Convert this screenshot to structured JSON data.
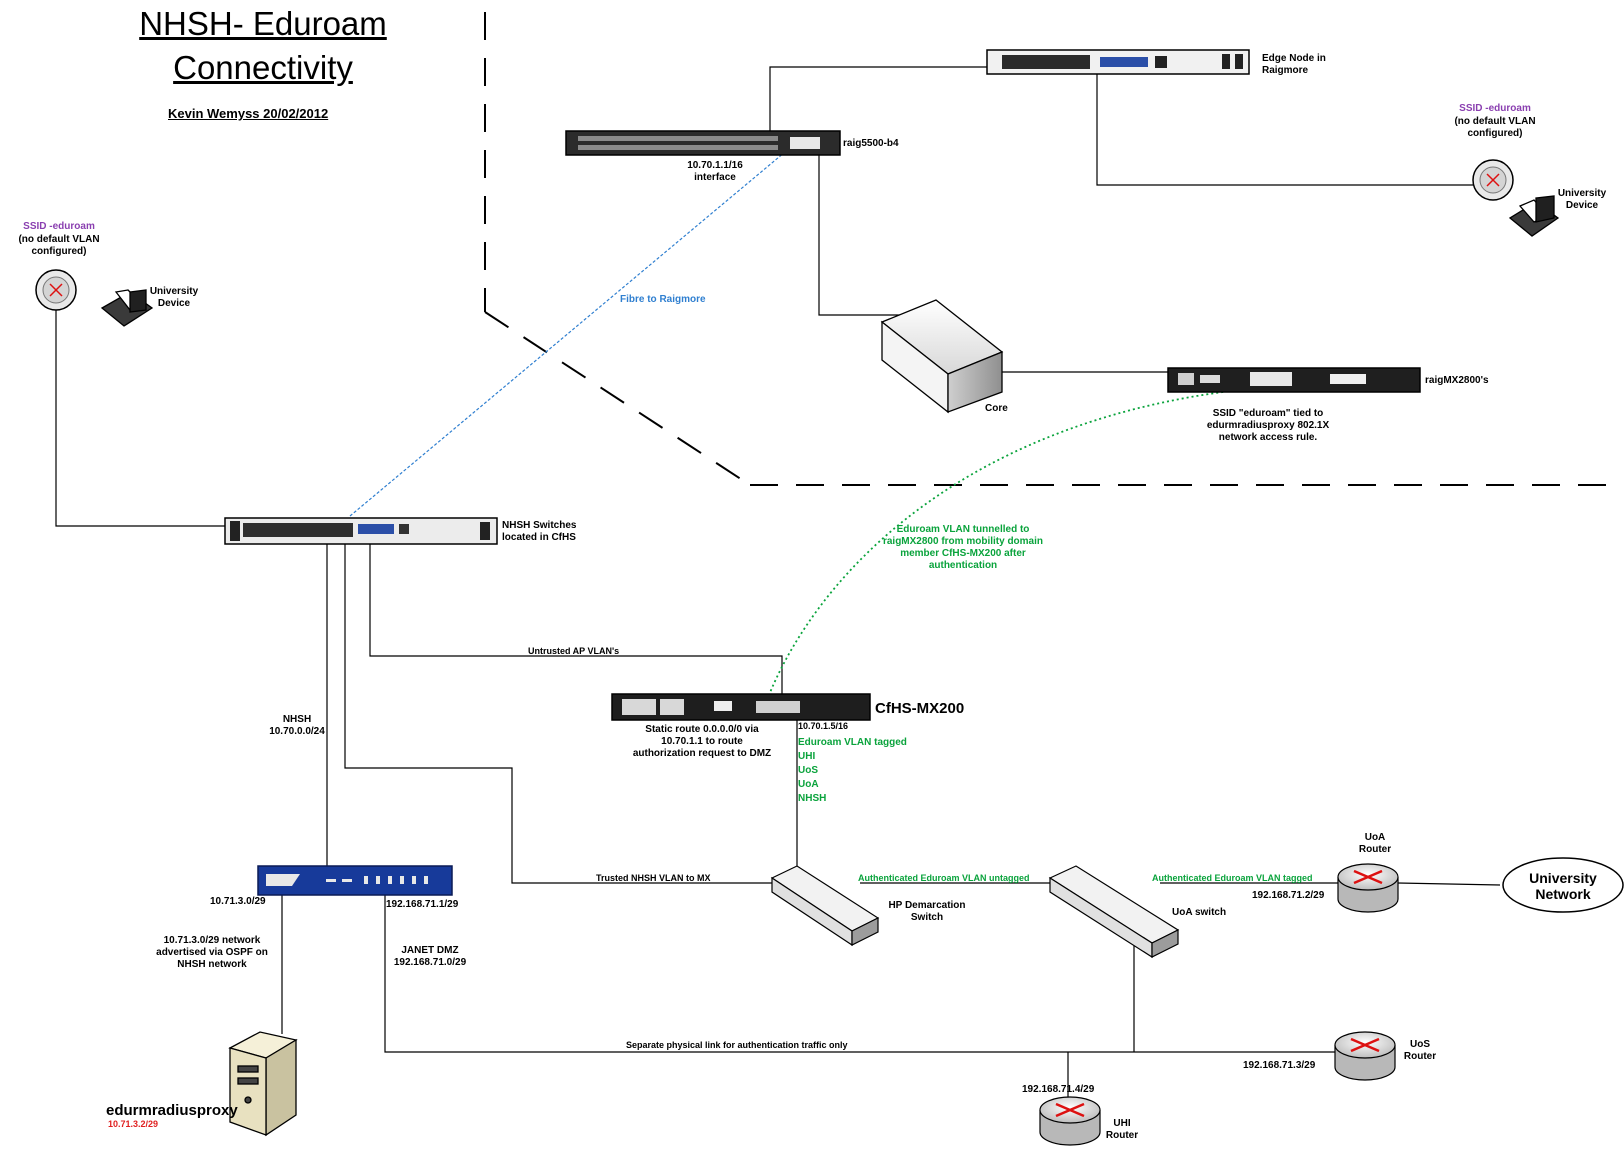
{
  "title": "NHSH- Eduroam\nConnectivity",
  "author": "Kevin Wemyss 20/02/2012",
  "colors": {
    "link": "#000000",
    "green": "#0aa33c",
    "fibre": "#2f7fd0",
    "purple": "#8a3fb0",
    "red": "#e02020"
  },
  "labels": {
    "edge_node": "Edge Node in\nRaigmore",
    "raig5500": "raig5500-b4",
    "raig_iface": "10.70.1.1/16\ninterface",
    "ssid_right": "SSID -eduroam",
    "ssid_right_note": "(no default VLAN\nconfigured)",
    "univ_dev_right": "University\nDevice",
    "ssid_left": "SSID -eduroam",
    "ssid_left_note": "(no default VLAN\nconfigured)",
    "univ_dev_left": "University\nDevice",
    "fibre": "Fibre to Raigmore",
    "core": "Core",
    "raigmx": "raigMX2800's",
    "ssid_tied": "SSID \"eduroam\" tied to\nedurmradiusproxy 802.1X\nnetwork access rule.",
    "nhsh_switches": "NHSH Switches\nlocated in CfHS",
    "tunnel": "Eduroam VLAN tunnelled to\nraigMX2800 from mobility domain\nmember CfHS-MX200 after\nauthentication",
    "untrusted": "Untrusted AP VLAN's",
    "cfhs": "CfHS-MX200",
    "static_route": "Static route 0.0.0.0/0 via\n10.70.1.1 to route\nauthorization request to DMZ",
    "mx_ip": "10.70.1.5/16",
    "vlan_tagged": "Eduroam VLAN tagged",
    "vlan_uhi": "UHI",
    "vlan_uos": "UoS",
    "vlan_uoa": "UoA",
    "vlan_nhsh": "NHSH",
    "nhsh_net": "NHSH\n10.70.0.0/24",
    "trusted": "Trusted NHSH VLAN to MX",
    "auth_untagged": "Authenticated Eduroam VLAN untagged",
    "auth_tagged": "Authenticated Eduroam VLAN tagged",
    "hp_switch": "HP Demarcation\nSwitch",
    "uoa_switch": "UoA switch",
    "uoa_router": "UoA\nRouter",
    "uoa_ip": "192.168.71.2/29",
    "univ_net": "University\nNetwork",
    "fw_left_ip": "10.71.3.0/29",
    "fw_right_ip": "192.168.71.1/29",
    "ospf": "10.71.3.0/29 network\nadvertised via OSPF on\nNHSH network",
    "janet": "JANET DMZ\n192.168.71.0/29",
    "separate": "Separate physical link for authentication traffic only",
    "uos_router": "UoS\nRouter",
    "uos_ip": "192.168.71.3/29",
    "uhi_ip": "192.168.71.4/29",
    "uhi_router": "UHI\nRouter",
    "proxy": "edurmradiusproxy",
    "proxy_ip": "10.71.3.2/29"
  }
}
